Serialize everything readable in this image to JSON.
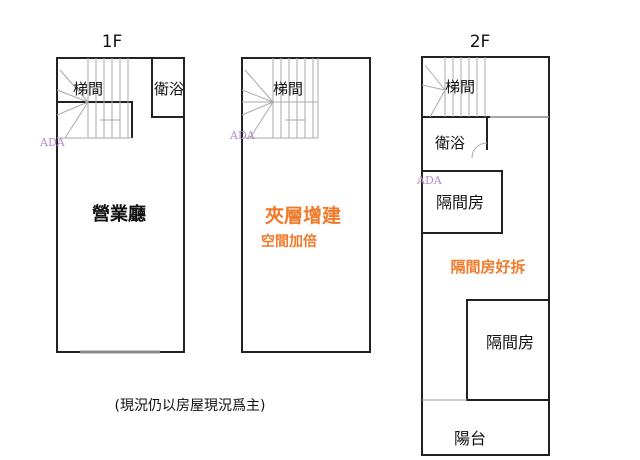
{
  "floors": {
    "f1": {
      "title": "1F",
      "stair": "梯間",
      "bath": "衛浴",
      "hall": "營業廳"
    },
    "mezz": {
      "stair": "梯間",
      "headline": "夾層增建",
      "subline": "空間加倍"
    },
    "f2": {
      "title": "2F",
      "stair": "梯間",
      "bath": "衛浴",
      "room1": "隔間房",
      "note": "隔間房好拆",
      "room2": "隔間房",
      "balcony": "陽台"
    }
  },
  "watermark": "ADA",
  "footnote": "(現況仍以房屋現況爲主)",
  "colors": {
    "accent": "#f07a2a",
    "watermark": "#b48ad0"
  }
}
